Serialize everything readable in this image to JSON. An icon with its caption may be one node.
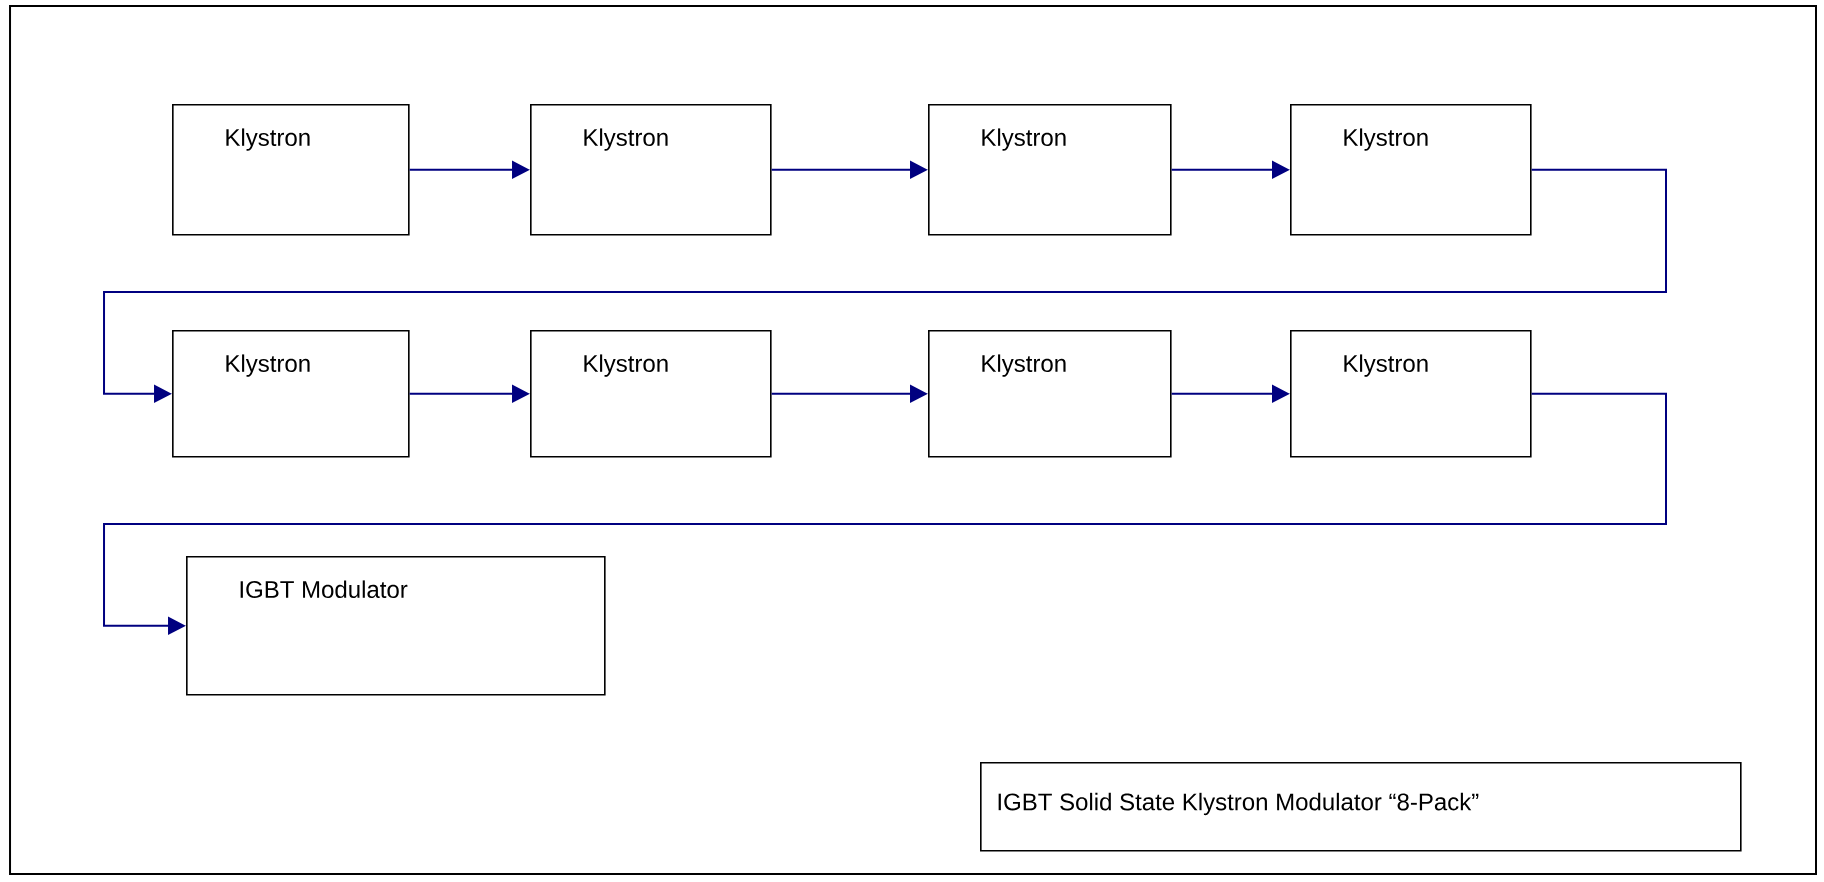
{
  "diagram": {
    "nodes": [
      {
        "text": [
          "Klystron"
        ]
      },
      {
        "text": [
          "Klystron"
        ]
      },
      {
        "text": [
          "Klystron"
        ]
      },
      {
        "text": [
          "Klystron"
        ]
      },
      {
        "text": [
          "Klystron"
        ]
      },
      {
        "text": [
          "Klystron"
        ]
      },
      {
        "text": [
          "Klystron"
        ]
      },
      {
        "text": [
          "Klystron"
        ]
      },
      {
        "text": [
          "IGBT Modulator"
        ]
      },
      {
        "text": [
          "IGBT Solid State Klystron Modulator “8-Pack”"
        ]
      }
    ],
    "edges": [
      {
        "from": 0,
        "to": 1,
        "arrow": "to"
      },
      {
        "from": 1,
        "to": 2,
        "arrow": "to"
      },
      {
        "from": 2,
        "to": 3,
        "arrow": "to"
      },
      {
        "from": 3,
        "to": 4,
        "arrow": "to"
      },
      {
        "from": 4,
        "to": 5,
        "arrow": "to"
      },
      {
        "from": 5,
        "to": 6,
        "arrow": "to"
      },
      {
        "from": 6,
        "to": 7,
        "arrow": "to"
      },
      {
        "from": 7,
        "to": 8,
        "arrow": "to"
      }
    ]
  }
}
